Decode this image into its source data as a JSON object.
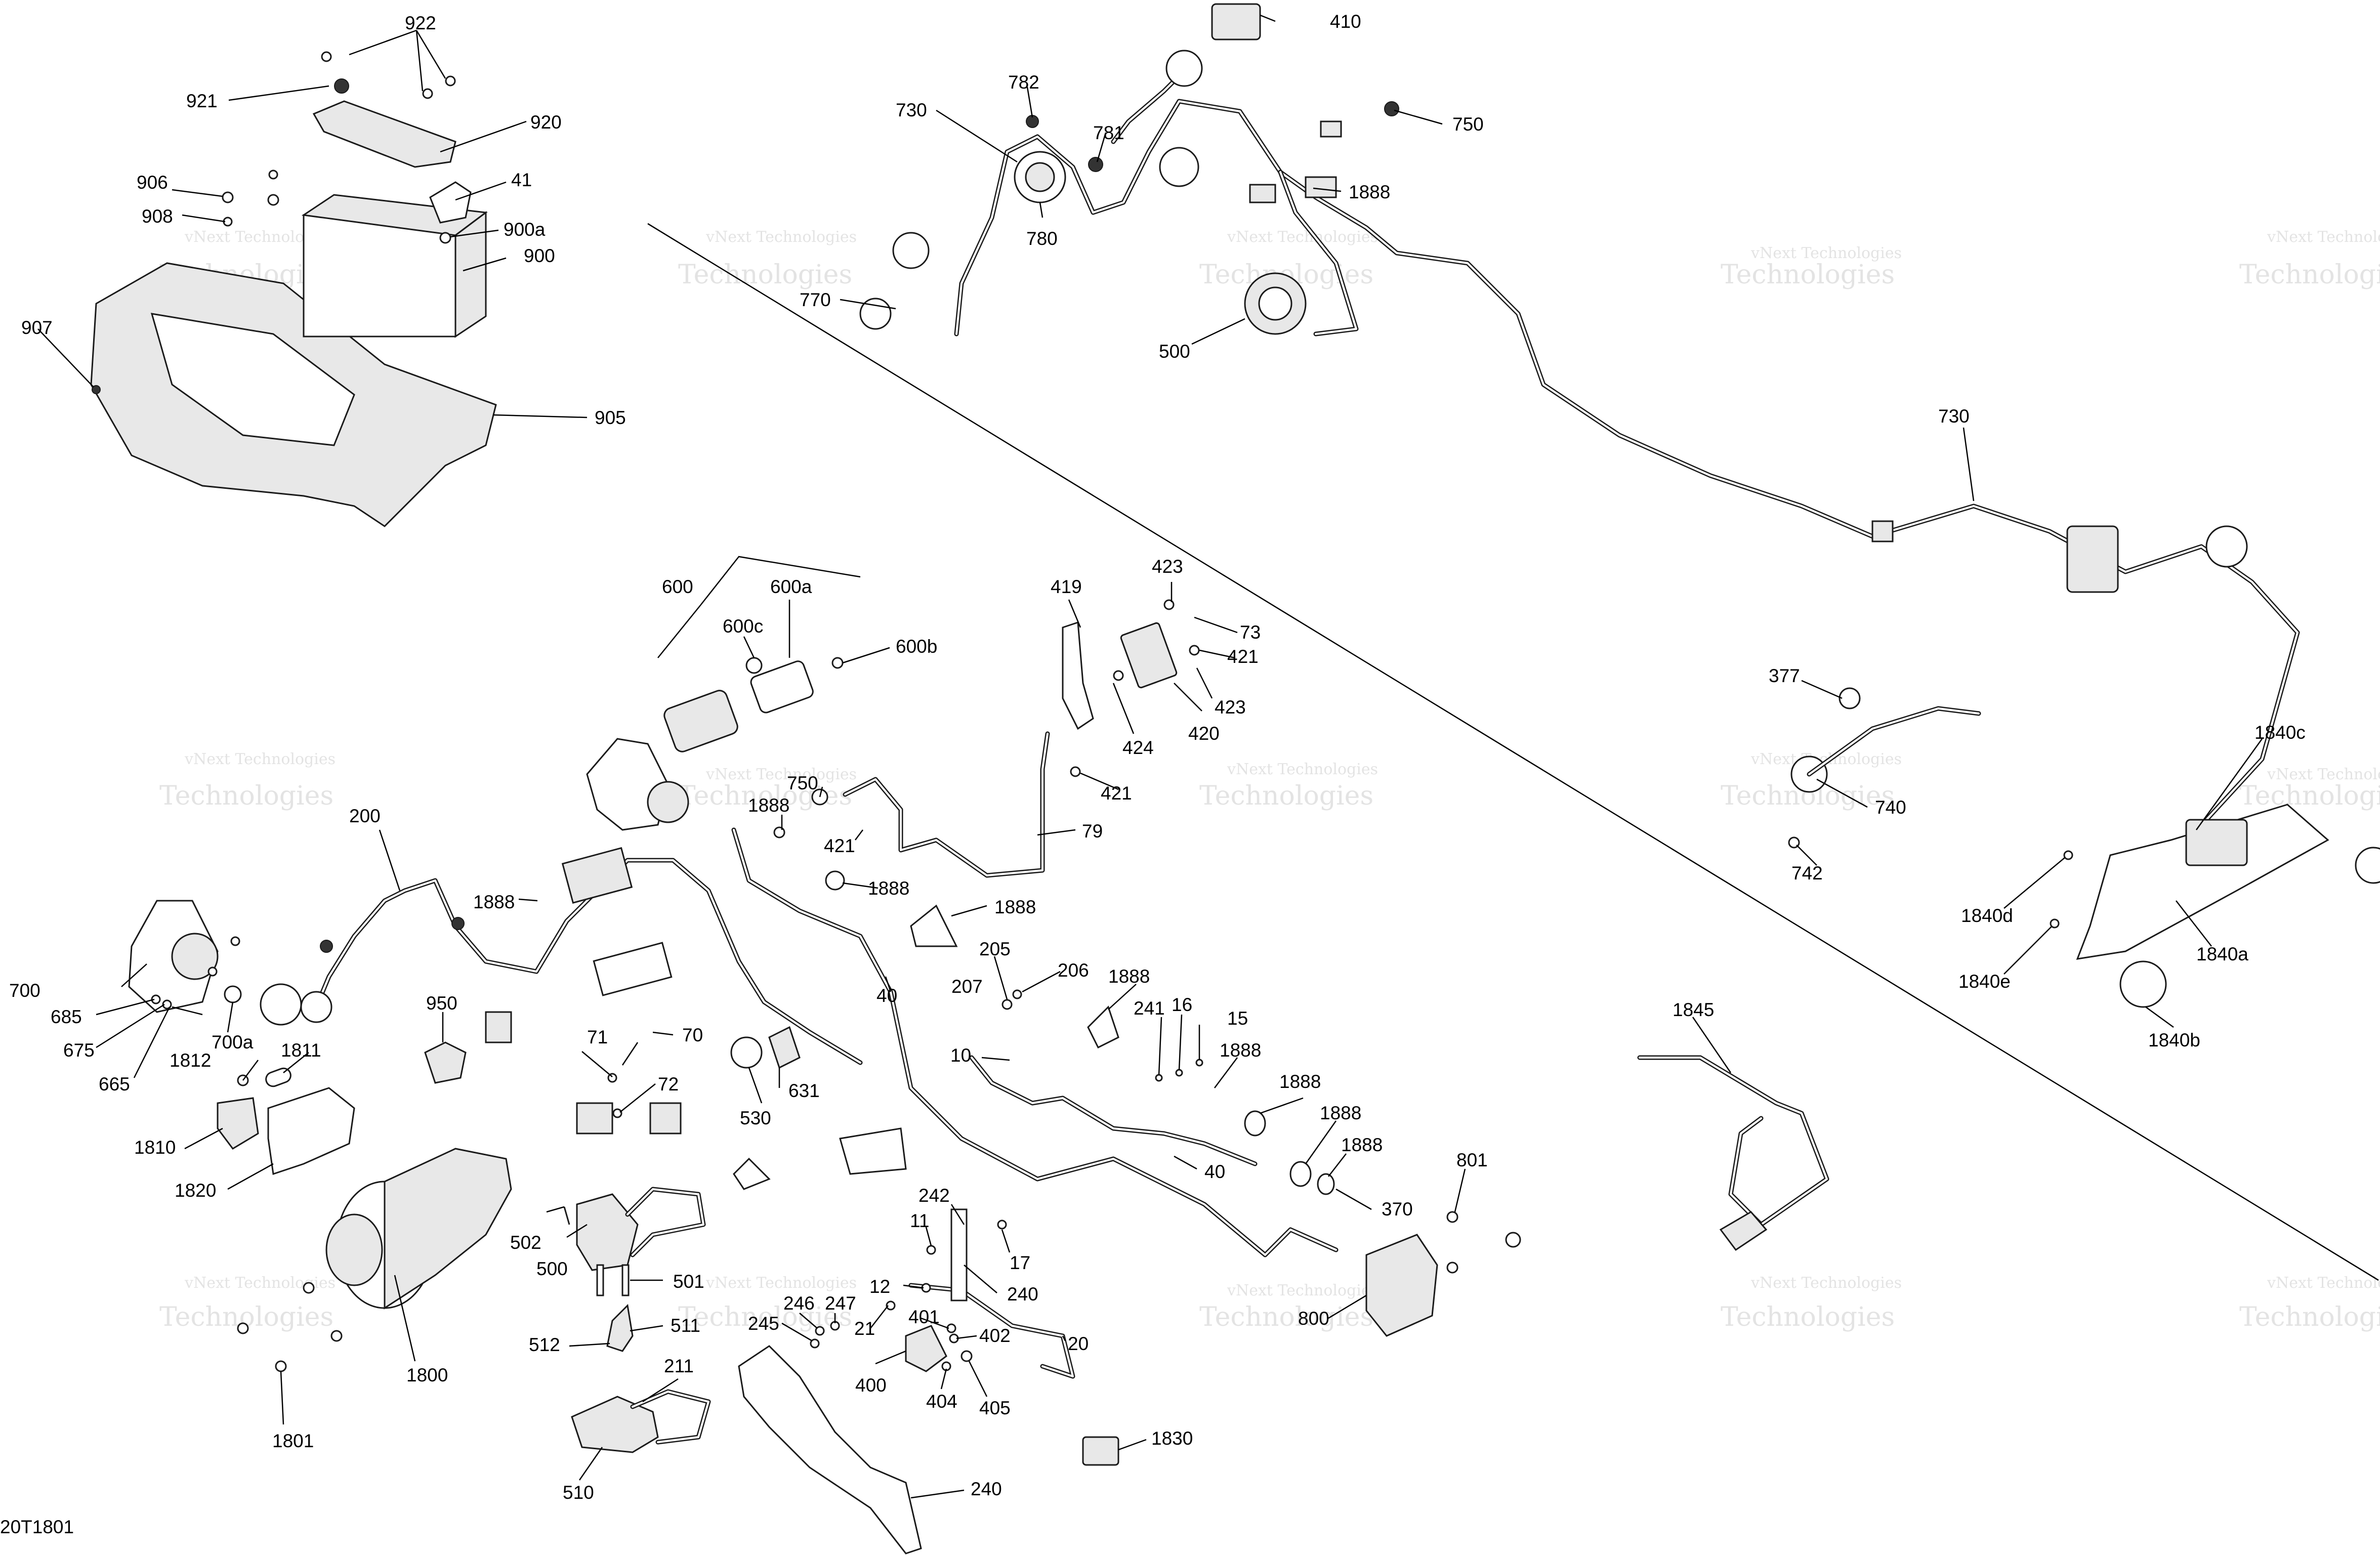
{
  "diagram": {
    "reference_code": "20T1801",
    "watermark": {
      "line1": "vNext Technologies",
      "line2": "Technologies"
    },
    "labels": [
      {
        "id": "922",
        "text": "922"
      },
      {
        "id": "921",
        "text": "921"
      },
      {
        "id": "920",
        "text": "920"
      },
      {
        "id": "906",
        "text": "906"
      },
      {
        "id": "41",
        "text": "41"
      },
      {
        "id": "908",
        "text": "908"
      },
      {
        "id": "900a",
        "text": "900a"
      },
      {
        "id": "900",
        "text": "900"
      },
      {
        "id": "907",
        "text": "907"
      },
      {
        "id": "905",
        "text": "905"
      },
      {
        "id": "410",
        "text": "410"
      },
      {
        "id": "782",
        "text": "782"
      },
      {
        "id": "730a",
        "text": "730"
      },
      {
        "id": "750a",
        "text": "750"
      },
      {
        "id": "781",
        "text": "781"
      },
      {
        "id": "1888a",
        "text": "1888"
      },
      {
        "id": "780",
        "text": "780"
      },
      {
        "id": "770",
        "text": "770"
      },
      {
        "id": "500a",
        "text": "500"
      },
      {
        "id": "730b",
        "text": "730"
      },
      {
        "id": "600",
        "text": "600"
      },
      {
        "id": "600a",
        "text": "600a"
      },
      {
        "id": "600c",
        "text": "600c"
      },
      {
        "id": "600b",
        "text": "600b"
      },
      {
        "id": "419",
        "text": "419"
      },
      {
        "id": "423a",
        "text": "423"
      },
      {
        "id": "73",
        "text": "73"
      },
      {
        "id": "421a",
        "text": "421"
      },
      {
        "id": "423b",
        "text": "423"
      },
      {
        "id": "424",
        "text": "424"
      },
      {
        "id": "420",
        "text": "420"
      },
      {
        "id": "421b",
        "text": "421"
      },
      {
        "id": "750b",
        "text": "750"
      },
      {
        "id": "1888b",
        "text": "1888"
      },
      {
        "id": "421c",
        "text": "421"
      },
      {
        "id": "79",
        "text": "79"
      },
      {
        "id": "200",
        "text": "200"
      },
      {
        "id": "1888c",
        "text": "1888"
      },
      {
        "id": "1888d",
        "text": "1888"
      },
      {
        "id": "1888e",
        "text": "1888"
      },
      {
        "id": "700",
        "text": "700"
      },
      {
        "id": "685",
        "text": "685"
      },
      {
        "id": "675",
        "text": "675"
      },
      {
        "id": "700a",
        "text": "700a"
      },
      {
        "id": "665",
        "text": "665"
      },
      {
        "id": "950",
        "text": "950"
      },
      {
        "id": "40a",
        "text": "40"
      },
      {
        "id": "205",
        "text": "205"
      },
      {
        "id": "206",
        "text": "206"
      },
      {
        "id": "207",
        "text": "207"
      },
      {
        "id": "1888f",
        "text": "1888"
      },
      {
        "id": "241",
        "text": "241"
      },
      {
        "id": "16",
        "text": "16"
      },
      {
        "id": "15",
        "text": "15"
      },
      {
        "id": "1888g",
        "text": "1888"
      },
      {
        "id": "71",
        "text": "71"
      },
      {
        "id": "70",
        "text": "70"
      },
      {
        "id": "10",
        "text": "10"
      },
      {
        "id": "1812",
        "text": "1812"
      },
      {
        "id": "1811",
        "text": "1811"
      },
      {
        "id": "72",
        "text": "72"
      },
      {
        "id": "631",
        "text": "631"
      },
      {
        "id": "1888h",
        "text": "1888"
      },
      {
        "id": "1888i",
        "text": "1888"
      },
      {
        "id": "1888j",
        "text": "1888"
      },
      {
        "id": "1810",
        "text": "1810"
      },
      {
        "id": "530",
        "text": "530"
      },
      {
        "id": "40b",
        "text": "40"
      },
      {
        "id": "1820",
        "text": "1820"
      },
      {
        "id": "242",
        "text": "242"
      },
      {
        "id": "370",
        "text": "370"
      },
      {
        "id": "801",
        "text": "801"
      },
      {
        "id": "11",
        "text": "11"
      },
      {
        "id": "502",
        "text": "502"
      },
      {
        "id": "17",
        "text": "17"
      },
      {
        "id": "500b",
        "text": "500"
      },
      {
        "id": "501",
        "text": "501"
      },
      {
        "id": "12",
        "text": "12"
      },
      {
        "id": "240a",
        "text": "240"
      },
      {
        "id": "246",
        "text": "246"
      },
      {
        "id": "247",
        "text": "247"
      },
      {
        "id": "800",
        "text": "800"
      },
      {
        "id": "245",
        "text": "245"
      },
      {
        "id": "21",
        "text": "21"
      },
      {
        "id": "401",
        "text": "401"
      },
      {
        "id": "402",
        "text": "402"
      },
      {
        "id": "511",
        "text": "511"
      },
      {
        "id": "20",
        "text": "20"
      },
      {
        "id": "512",
        "text": "512"
      },
      {
        "id": "1800",
        "text": "1800"
      },
      {
        "id": "400",
        "text": "400"
      },
      {
        "id": "404",
        "text": "404"
      },
      {
        "id": "405",
        "text": "405"
      },
      {
        "id": "211",
        "text": "211"
      },
      {
        "id": "1830",
        "text": "1830"
      },
      {
        "id": "1801",
        "text": "1801"
      },
      {
        "id": "510",
        "text": "510"
      },
      {
        "id": "240b",
        "text": "240"
      },
      {
        "id": "377",
        "text": "377"
      },
      {
        "id": "740",
        "text": "740"
      },
      {
        "id": "742",
        "text": "742"
      },
      {
        "id": "1840c",
        "text": "1840c"
      },
      {
        "id": "1840d",
        "text": "1840d"
      },
      {
        "id": "1840a",
        "text": "1840a"
      },
      {
        "id": "1840e",
        "text": "1840e"
      },
      {
        "id": "1840b",
        "text": "1840b"
      },
      {
        "id": "1845",
        "text": "1845"
      }
    ]
  }
}
